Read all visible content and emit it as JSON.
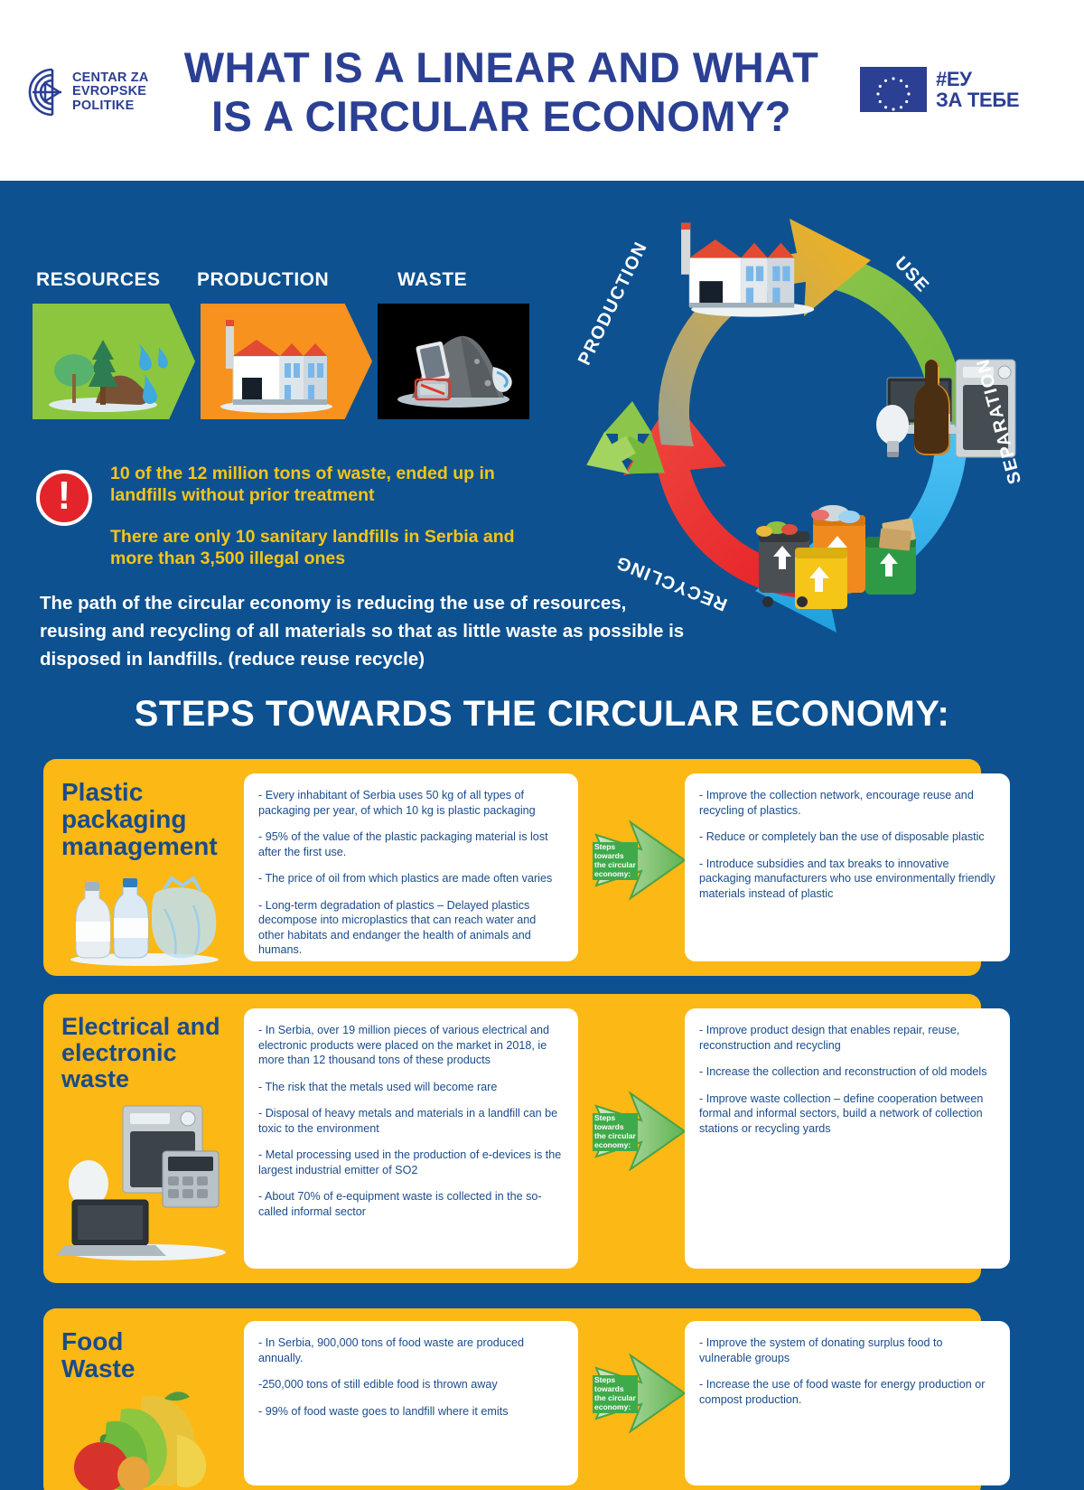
{
  "header": {
    "logo_lines": [
      "CENTAR ZA",
      "EVROPSKE",
      "POLITIKE"
    ],
    "logo_icon": "cep-arc-logo-icon",
    "title": "WHAT IS A LINEAR AND WHAT IS A CIRCULAR ECONOMY?",
    "title_line1": "WHAT IS A LINEAR AND WHAT",
    "title_line2": "IS A CIRCULAR ECONOMY?",
    "eu_flag_icon": "eu-flag-icon",
    "eu_tag_line1": "#ЕУ",
    "eu_tag_line2": "ЗА ТЕБЕ"
  },
  "linear": {
    "labels": [
      "RESOURCES",
      "PRODUCTION",
      "WASTE"
    ],
    "colors": {
      "resources": "#8cc63e",
      "production": "#f7921e",
      "waste": "#000000"
    },
    "icons": [
      "tree-water-resources-icon",
      "factory-icon",
      "waste-pile-icon"
    ]
  },
  "alert": {
    "icon": "exclamation-alert-icon",
    "stat1": "10 of the 12 million tons of waste, ended up in landfills without prior treatment",
    "stat2": "There are only 10 sanitary landfills in Serbia and more than 3,500 illegal ones",
    "color": "#f5c518"
  },
  "path_paragraph": "The path of the circular economy is reducing the use of resources, reusing and recycling of all materials so that as little waste as possible is disposed in landfills.  (reduce  reuse  recycle)",
  "circle": {
    "labels": [
      "PRODUCTION",
      "USE",
      "SEPARATION",
      "RECYCLING"
    ],
    "arrow_colors": {
      "production": "#f5b31a",
      "use": "#7cc142",
      "separation": "#29abe2",
      "recycling": "#e62129"
    },
    "icons": [
      "factory-icon",
      "appliances-bottles-icon",
      "recycling-bins-icon",
      "recycle-symbol-icon"
    ]
  },
  "steps_heading": "STEPS TOWARDS THE CIRCULAR ECONOMY:",
  "arrow_badge_label": "Steps towards the circular economy:",
  "cards": [
    {
      "title": "Plastic packaging management",
      "title_lines": [
        "Plastic",
        "packaging",
        "management"
      ],
      "art_icon": "plastic-bottles-bag-icon",
      "problems": [
        "- Every inhabitant of Serbia uses 50 kg of all types of packaging per year, of which 10 kg is plastic packaging",
        "- 95% of the value of the plastic packaging material is lost after the first use.",
        "- The price of oil from which plastics are made often varies",
        "- Long-term degradation of plastics – Delayed plastics decompose into microplastics that can reach water and other habitats and endanger the health of animals and humans."
      ],
      "solutions": [
        "- Improve the collection network, encourage reuse and recycling of plastics.",
        "- Reduce or completely ban the use of disposable plastic",
        "- Introduce subsidies and tax breaks to innovative packaging manufacturers who use environmentally friendly materials instead of plastic"
      ]
    },
    {
      "title": "Electrical and electronic waste",
      "title_lines": [
        "Electrical and",
        "electronic",
        "waste"
      ],
      "art_icon": "electronics-appliances-icon",
      "problems": [
        "- In Serbia, over 19 million pieces of various electrical and electronic products were placed on the market in 2018, ie more than 12 thousand tons of these products",
        "- The risk that the metals used will become rare",
        "- Disposal of heavy metals and materials in a landfill can be toxic to the environment",
        "- Metal processing used in the production of e-devices is the largest industrial emitter of SO2",
        "- About 70% of e-equipment waste is collected in the so-called informal sector"
      ],
      "solutions": [
        "- Improve product design that enables repair, reuse, reconstruction and recycling",
        "- Increase the collection and reconstruction of old models",
        "- Improve waste collection – define cooperation between formal and informal sectors, build a network of collection stations or recycling yards"
      ]
    },
    {
      "title": "Food Waste",
      "title_lines": [
        "Food",
        "Waste"
      ],
      "art_icon": "vegetables-food-icon",
      "problems": [
        "- In Serbia, 900,000 tons of food waste are produced annually.",
        "-250,000 tons of still edible food is thrown away",
        "- 99% of food waste goes to landfill where it emits"
      ],
      "solutions": [
        "- Improve the system of donating surplus food to vulnerable groups",
        "- Increase the use of food waste for energy production or compost production."
      ]
    }
  ],
  "colors": {
    "brand_blue": "#2b3f93",
    "body_blue": "#0d5190",
    "card_yellow": "#fcb814",
    "text_blue": "#1a4b8c",
    "accent_yellow": "#f5c518",
    "green": "#4caf50"
  }
}
